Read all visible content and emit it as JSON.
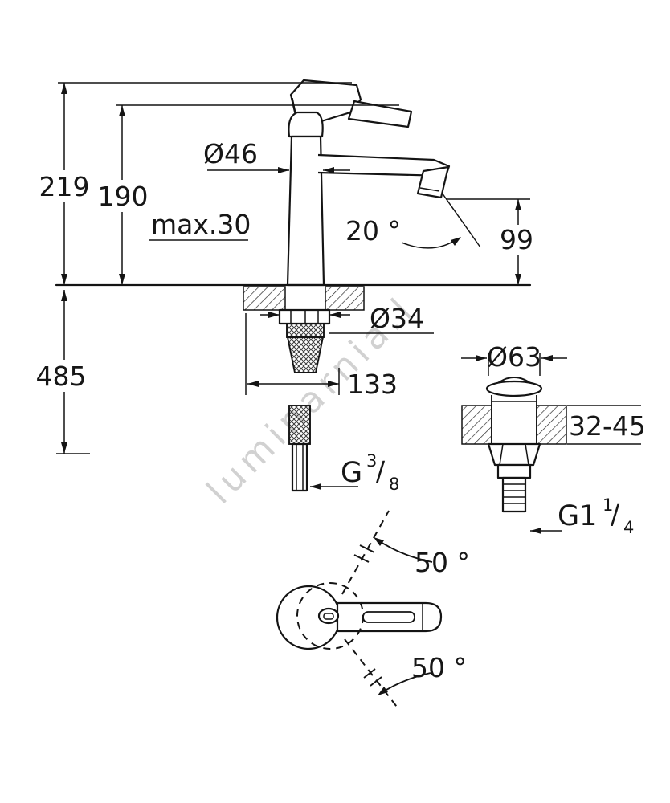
{
  "watermark": "luminarnia.l",
  "side_view": {
    "total_height": "219",
    "body_height": "190",
    "body_diameter": "Ø46",
    "max_deck_thickness": "max.30",
    "spout_angle": "20 °",
    "outlet_height": "99",
    "hose_length": "485",
    "hole_diameter": "Ø34",
    "spout_projection": "133",
    "supply_thread": {
      "base": "G",
      "numerator": "3",
      "slash": "/",
      "denominator": "8"
    }
  },
  "drain_view": {
    "flange_diameter": "Ø63",
    "deck_thickness_range": "32-45",
    "waste_thread": {
      "base": "G1",
      "numerator": "1",
      "slash": "/",
      "denominator": "4"
    }
  },
  "top_view": {
    "swivel_angle_up": "50 °",
    "swivel_angle_down": "50 °"
  }
}
